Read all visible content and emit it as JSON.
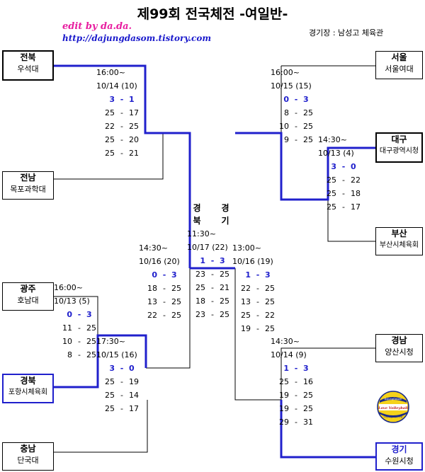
{
  "header": {
    "title": "제99회 전국체전 -여일반-",
    "credit": "edit by da.da.",
    "url": "http://dajungdasom.tistory.com",
    "venue": "경기장 : 남성고 체육관"
  },
  "teams": {
    "jeonbuk": {
      "region": "전북",
      "name": "우석대"
    },
    "jeonnam": {
      "region": "전남",
      "name": "목포과학대"
    },
    "gwangju": {
      "region": "광주",
      "name": "호남대"
    },
    "gyeongbuk": {
      "region": "경북",
      "name": "포항시체육회"
    },
    "chungnam": {
      "region": "충남",
      "name": "단국대"
    },
    "seoul": {
      "region": "서울",
      "name": "서울여대"
    },
    "daegu": {
      "region": "대구",
      "name": "대구광역시청"
    },
    "busan": {
      "region": "부산",
      "name": "부산시체육회"
    },
    "gyeongnam": {
      "region": "경남",
      "name": "양산시청"
    },
    "gyeonggi": {
      "region": "경기",
      "name": "수원시청"
    }
  },
  "matches": {
    "m1": {
      "time": "16:00~",
      "date": "10/14 (10)",
      "sets": [
        "3",
        "1"
      ],
      "scores": [
        [
          "25",
          "17"
        ],
        [
          "22",
          "25"
        ],
        [
          "25",
          "20"
        ],
        [
          "25",
          "21"
        ]
      ]
    },
    "m2": {
      "time": "16:00~",
      "date": "10/13 (5)",
      "sets": [
        "0",
        "3"
      ],
      "scores": [
        [
          "11",
          "25"
        ],
        [
          "10",
          "25"
        ],
        [
          "8",
          "25"
        ]
      ]
    },
    "m3": {
      "time": "17:30~",
      "date": "10/15 (16)",
      "sets": [
        "3",
        "0"
      ],
      "scores": [
        [
          "25",
          "19"
        ],
        [
          "25",
          "14"
        ],
        [
          "25",
          "17"
        ]
      ]
    },
    "m4": {
      "time": "14:30~",
      "date": "10/16 (20)",
      "sets": [
        "0",
        "3"
      ],
      "scores": [
        [
          "18",
          "25"
        ],
        [
          "13",
          "25"
        ],
        [
          "22",
          "25"
        ]
      ]
    },
    "final": {
      "time": "11:30~",
      "date": "10/17 (22)",
      "sets": [
        "1",
        "3"
      ],
      "scores": [
        [
          "23",
          "25"
        ],
        [
          "25",
          "21"
        ],
        [
          "18",
          "25"
        ],
        [
          "23",
          "25"
        ]
      ]
    },
    "m5": {
      "time": "16:00~",
      "date": "10/15 (15)",
      "sets": [
        "0",
        "3"
      ],
      "scores": [
        [
          "8",
          "25"
        ],
        [
          "10",
          "25"
        ],
        [
          "9",
          "25"
        ]
      ]
    },
    "m6": {
      "time": "14:30~",
      "date": "10/13 (4)",
      "sets": [
        "3",
        "0"
      ],
      "scores": [
        [
          "25",
          "22"
        ],
        [
          "25",
          "18"
        ],
        [
          "25",
          "17"
        ]
      ]
    },
    "m7": {
      "time": "13:00~",
      "date": "10/16 (19)",
      "sets": [
        "1",
        "3"
      ],
      "scores": [
        [
          "22",
          "25"
        ],
        [
          "13",
          "25"
        ],
        [
          "25",
          "22"
        ],
        [
          "19",
          "25"
        ]
      ]
    },
    "m8": {
      "time": "14:30~",
      "date": "10/14 (9)",
      "sets": [
        "1",
        "3"
      ],
      "scores": [
        [
          "25",
          "16"
        ],
        [
          "19",
          "25"
        ],
        [
          "19",
          "25"
        ],
        [
          "29",
          "31"
        ]
      ]
    }
  },
  "final_labels": {
    "left_top": "경",
    "left_bottom": "북",
    "right_top": "경",
    "right_bottom": "기"
  },
  "badge": {
    "top_text": "DajungDasom",
    "main_text": "Love Volleyball",
    "bottom_text": "다정다솜 배구사랑"
  },
  "colors": {
    "winner_line": "#2020cc",
    "line": "#000000",
    "credit": "#e81ea0",
    "url": "#1a1acc"
  }
}
